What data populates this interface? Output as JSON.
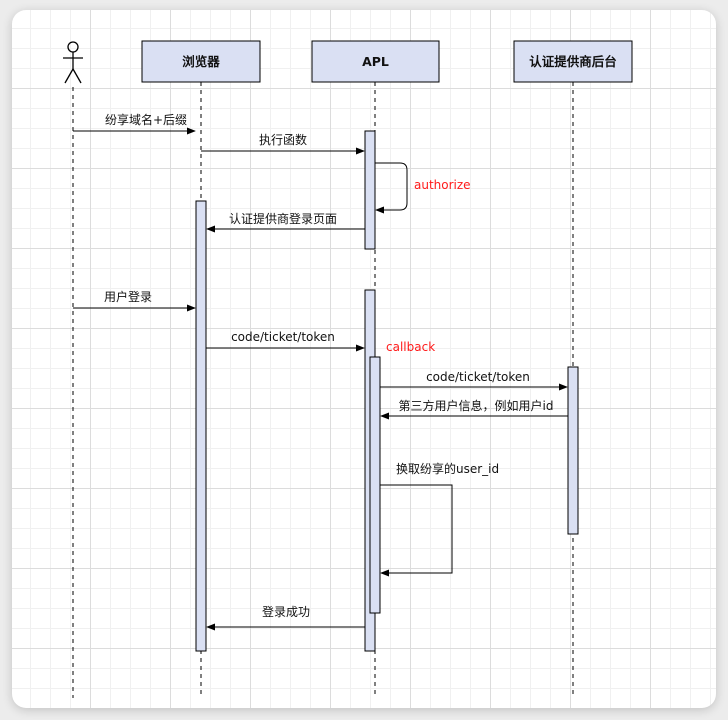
{
  "participants": {
    "user": "",
    "browser": "浏览器",
    "apl": "APL",
    "auth_backend": "认证提供商后台"
  },
  "messages": {
    "m1": "纷享域名+后缀",
    "m2": "执行函数",
    "m3": "authorize",
    "m4": "认证提供商登录页面",
    "m5": "用户登录",
    "m6": "code/ticket/token",
    "m7": "callback",
    "m8": "code/ticket/token",
    "m9": "第三方用户信息，例如用户id",
    "m10": "换取纷享的user_id",
    "m11": "登录成功"
  },
  "colors": {
    "box_fill": "#dae0f3",
    "box_stroke": "#000000",
    "annotation": "#ff1a1a"
  }
}
